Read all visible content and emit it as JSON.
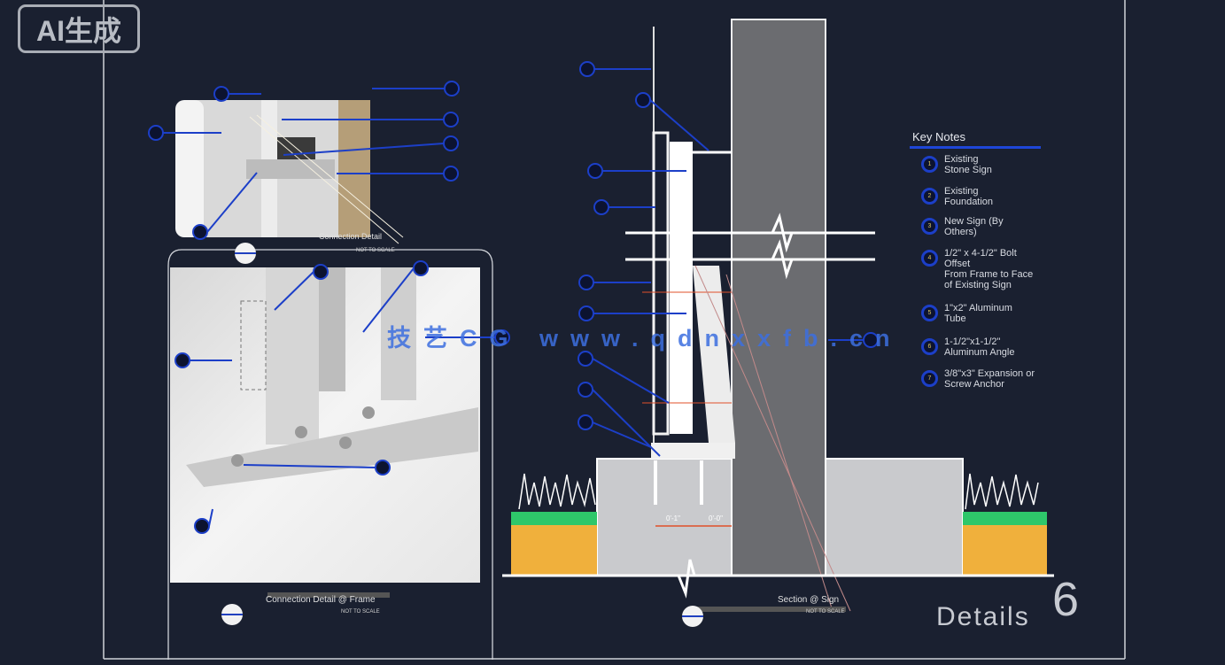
{
  "badge": "AI生成",
  "watermark": "技艺CG www.qdnxxfb.cn",
  "key_notes": {
    "title": "Key Notes",
    "items": [
      {
        "num": "1",
        "text": "Existing\nStone Sign"
      },
      {
        "num": "2",
        "text": "Existing\nFoundation"
      },
      {
        "num": "3",
        "text": "New Sign (By\nOthers)"
      },
      {
        "num": "4",
        "text": "1/2\" x 4-1/2\" Bolt\nOffset\nFrom Frame to Face\nof Existing Sign"
      },
      {
        "num": "5",
        "text": "1\"x2\" Aluminum\nTube"
      },
      {
        "num": "6",
        "text": "1-1/2\"x1-1/2\"\nAluminum Angle"
      },
      {
        "num": "7",
        "text": "3/8\"x3\" Expansion or\nScrew Anchor"
      }
    ]
  },
  "detail_top": {
    "title": "Connection Detail",
    "scale": "NOT TO SCALE"
  },
  "detail_bottom": {
    "title": "Connection Detail @ Frame",
    "scale": "NOT TO SCALE"
  },
  "section": {
    "title": "Section @ Sign",
    "scale": "NOT TO SCALE",
    "dim_left": "0'-1\"",
    "dim_right": "0'-0\""
  },
  "sheet": {
    "label": "Details",
    "number": "6"
  },
  "colors": {
    "background": "#1a2030",
    "callout": "#1c3fc8",
    "concrete": "#c9cacd",
    "column": "#6b6c70",
    "grass": "#2ec76a",
    "soil": "#f0b03c",
    "dimension": "#e0502a"
  }
}
